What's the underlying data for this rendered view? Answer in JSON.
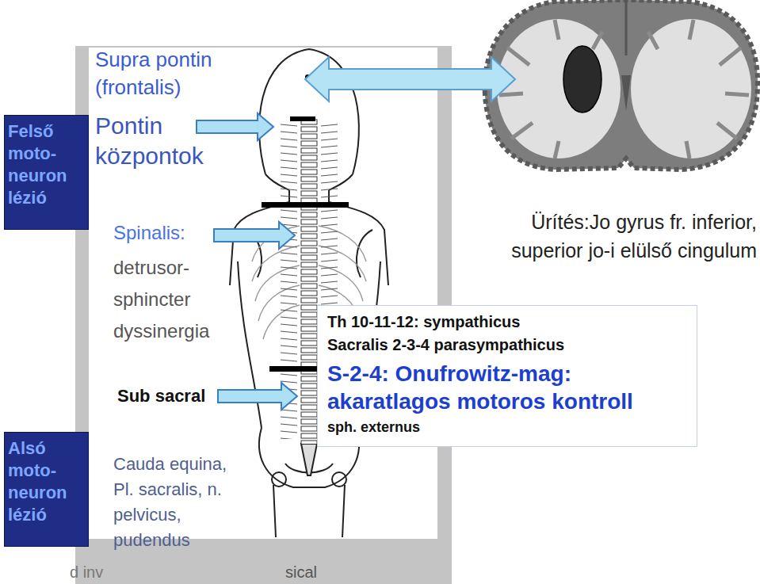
{
  "diagram": {
    "nodes": [
      {
        "text": [
          "Felső moto-neuron lézió"
        ]
      },
      {
        "text": [
          "Th 10-11-12: sympathicus",
          "Sacralis 2-3-4 parasympathicus",
          "S-2-4: Onufrowitz-mag: akaratlagos motoros kontroll",
          "sph. externus"
        ]
      },
      {
        "text": [
          "Alsó moto-neuron lézió"
        ]
      }
    ],
    "labels": [
      "Supra pontin (frontalis)",
      "Pontin központok",
      "Spinalis:",
      "detrusor-sphincter dyssinergia",
      "Sub sacral",
      "Cauda equina, Pl. sacralis, n. pelvicus, pudendus",
      "Ürítés:Jo gyrus fr. inferior, superior jo-i elülső cingulum",
      "d inv",
      "sical"
    ]
  }
}
